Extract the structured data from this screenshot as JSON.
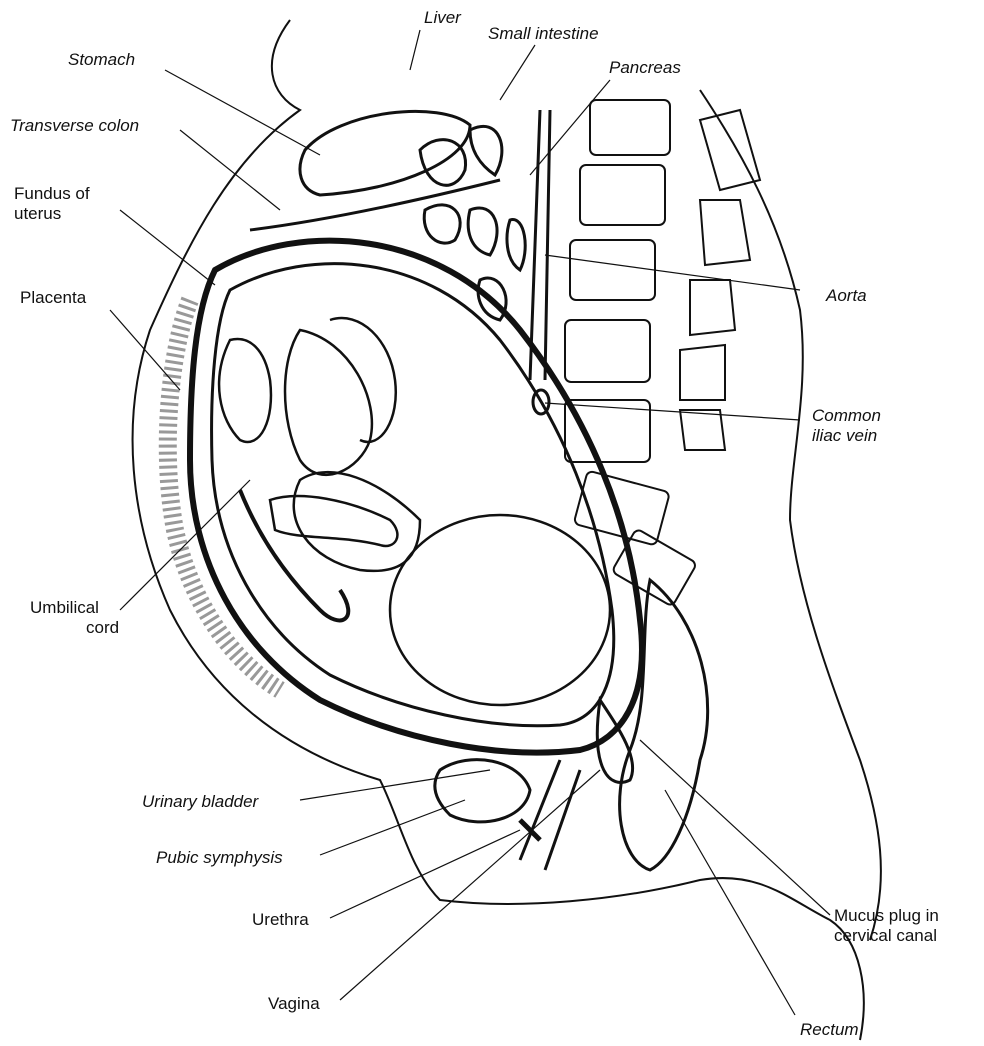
{
  "labels": {
    "liver": "Liver",
    "small_intestine": "Small intestine",
    "stomach": "Stomach",
    "pancreas": "Pancreas",
    "transverse_colon": "Transverse colon",
    "fundus_1": "Fundus of",
    "fundus_2": "uterus",
    "placenta": "Placenta",
    "aorta": "Aorta",
    "common_iliac_1": "Common",
    "common_iliac_2": "iliac vein",
    "umbilical_1": "Umbilical",
    "umbilical_2": "cord",
    "urinary_bladder": "Urinary bladder",
    "pubic_symphysis": "Pubic symphysis",
    "urethra": "Urethra",
    "mucus_1": "Mucus plug in",
    "mucus_2": "cervical canal",
    "vagina": "Vagina",
    "rectum": "Rectum"
  },
  "colors": {
    "ink": "#111111",
    "paper": "#ffffff",
    "shade": "#cfcfcf"
  }
}
